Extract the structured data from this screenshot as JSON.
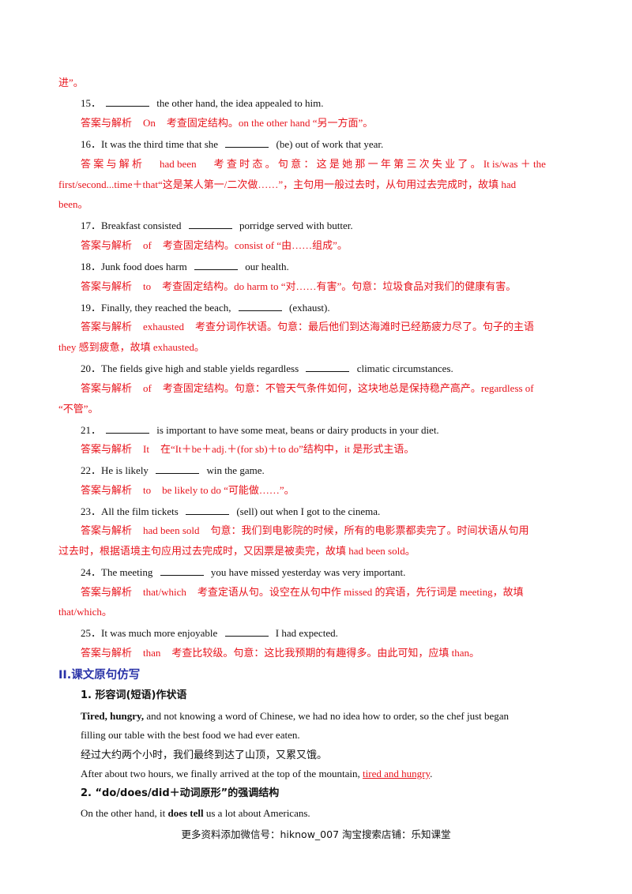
{
  "lines": {
    "l0": "进”。",
    "q15_num": "15．",
    "q15_text": " the other hand, the idea appealed to him.",
    "a15_label": "答案与解析",
    "a15_ans": "On",
    "a15_exp": "考查固定结构。on the other hand “另一方面”。",
    "q16_pre": "16．It was the third time that she ",
    "q16_post": " (be) out of work that year.",
    "a16_label": "答 案 与 解 析",
    "a16_ans": "had been",
    "a16_exp": "考 查 时 态 。 句 意 ： 这 是 她 那 一 年 第 三 次 失 业 了 。 It is/was ＋ the",
    "a16_l2": "first/second...time＋that“这是某人第一/二次做……”，主句用一般过去时，从句用过去完成时，故填 had",
    "a16_l3": "been。",
    "q17_pre": "17．Breakfast consisted ",
    "q17_post": " porridge served with butter.",
    "a17_label": "答案与解析",
    "a17_ans": "of",
    "a17_exp": "考查固定结构。consist of “由……组成”。",
    "q18_pre": "18．Junk food does harm ",
    "q18_post": " our health.",
    "a18_label": "答案与解析",
    "a18_ans": "to",
    "a18_exp": "考查固定结构。do harm to “对……有害”。句意：垃圾食品对我们的健康有害。",
    "q19_pre": "19．Finally, they reached the beach, ",
    "q19_post": " (exhaust).",
    "a19_label": "答案与解析",
    "a19_ans": "exhausted",
    "a19_exp": "考查分词作状语。句意：最后他们到达海滩时已经筋疲力尽了。句子的主语",
    "a19_l2": "they 感到疲惫，故填 exhausted。",
    "q20_pre": "20．The fields give high and stable yields regardless ",
    "q20_post": " climatic circumstances.",
    "a20_label": "答案与解析",
    "a20_ans": "of",
    "a20_exp": "考查固定结构。句意：不管天气条件如何，这块地总是保持稳产高产。regardless of",
    "a20_l2": "“不管”。",
    "q21_num": "21．",
    "q21_text": " is important to have some meat, beans or dairy products in your diet.",
    "a21_label": "答案与解析",
    "a21_ans": "It",
    "a21_exp": "在“It＋be＋adj.＋(for sb)＋to do”结构中，it 是形式主语。",
    "q22_pre": "22．He is likely ",
    "q22_post": " win the game.",
    "a22_label": "答案与解析",
    "a22_ans": "to",
    "a22_exp": "be likely to do “可能做……”。",
    "q23_pre": "23．All the film tickets ",
    "q23_post": " (sell) out when I got to the cinema.",
    "a23_label": "答案与解析",
    "a23_ans": "had been sold",
    "a23_exp": "句意：我们到电影院的时候，所有的电影票都卖完了。时间状语从句用",
    "a23_l2": "过去时，根据语境主句应用过去完成时，又因票是被卖完，故填 had been sold。",
    "q24_pre": "24．The meeting ",
    "q24_post": " you have missed yesterday was very important.",
    "a24_label": "答案与解析",
    "a24_ans": "that/which",
    "a24_exp": "考查定语从句。设空在从句中作 missed 的宾语，先行词是 meeting，故填",
    "a24_l2": "that/which。",
    "q25_pre": "25．It was much more enjoyable ",
    "q25_post": " I had expected.",
    "a25_label": "答案与解析",
    "a25_ans": "than",
    "a25_exp": "考查比较级。句意：这比我预期的有趣得多。由此可知，应填 than。"
  },
  "section2": {
    "heading": "II.课文原句仿写",
    "sub1": "1. 形容词(短语)作状语",
    "ex1_bold": "Tired, hungry,",
    "ex1_rest": " and not knowing a word of Chinese, we had no idea how to order, so the chef just began",
    "ex1_l2": "filling our table with the best food we had ever eaten.",
    "ex1_cn": "经过大约两个小时，我们最终到达了山顶，又累又饿。",
    "ex1_en_pre": "After about two hours, we finally arrived at the top of the mountain, ",
    "ex1_en_ans": "tired  and  hungry",
    "ex1_en_post": ".",
    "sub2": "2. “do/does/did＋动词原形”的强调结构",
    "ex2_pre": "On the other hand, it ",
    "ex2_bold": "does tell",
    "ex2_post": " us a lot about Americans."
  },
  "footer": "更多资料添加微信号：hiknow_007   淘宝搜索店铺：乐知课堂"
}
